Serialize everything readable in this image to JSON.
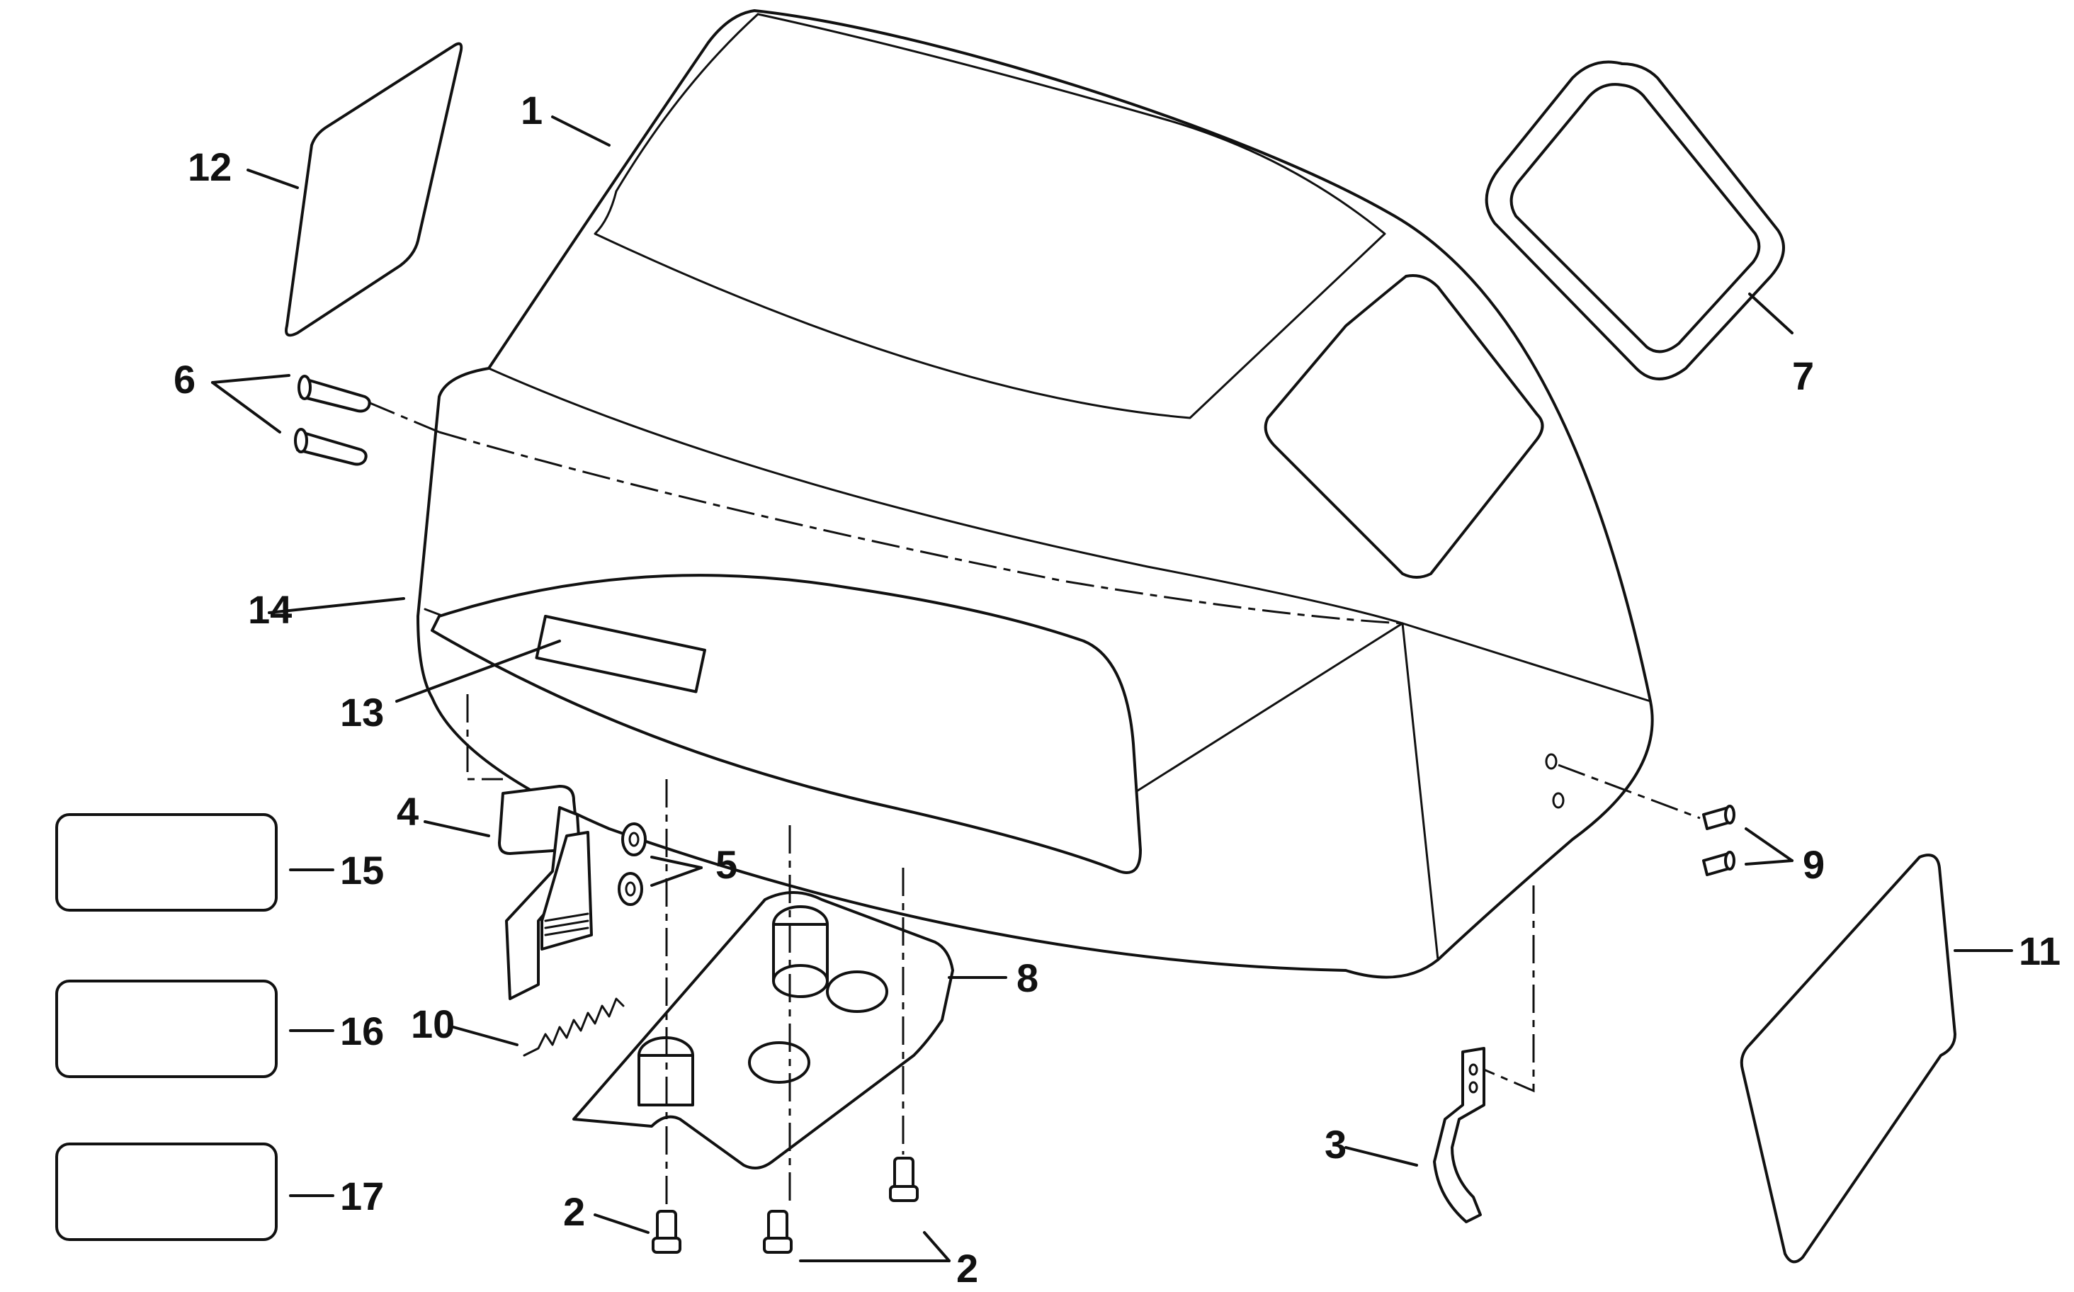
{
  "diagram": {
    "callouts": {
      "c1": "1",
      "c2a": "2",
      "c2b": "2",
      "c3": "3",
      "c4": "4",
      "c5": "5",
      "c6": "6",
      "c7": "7",
      "c8": "8",
      "c9": "9",
      "c10": "10",
      "c11": "11",
      "c12": "12",
      "c13": "13",
      "c14": "14",
      "c15": "15",
      "c16": "16",
      "c17": "17"
    },
    "colors": {
      "line": "#111111",
      "background": "#ffffff"
    }
  }
}
